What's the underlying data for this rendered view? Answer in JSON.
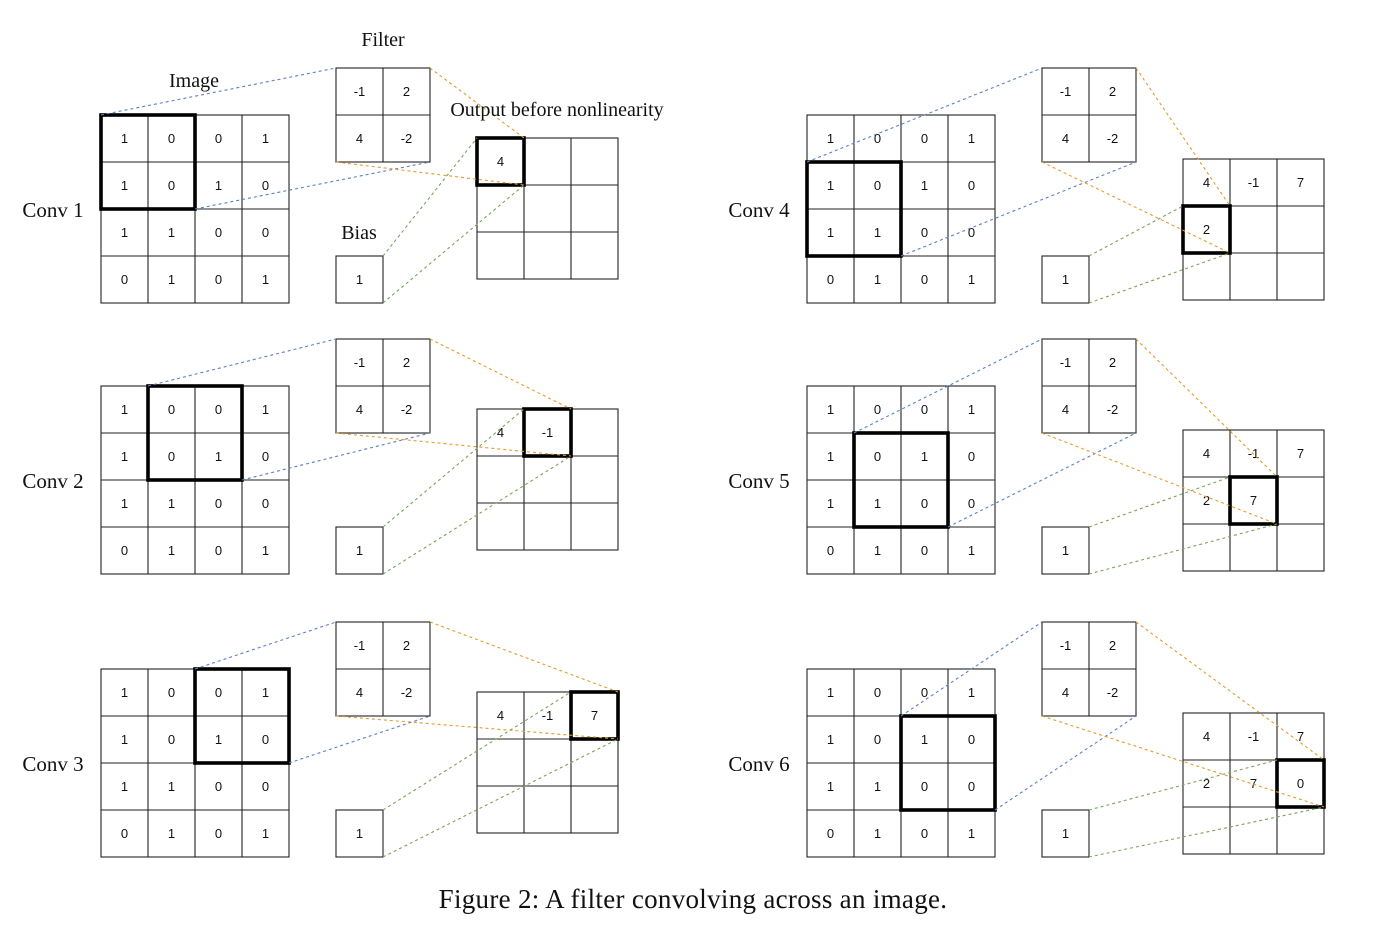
{
  "labels": {
    "filter": "Filter",
    "image": "Image",
    "output": "Output before nonlinearity",
    "bias": "Bias"
  },
  "colors": {
    "image_filter_link": "#5b7fc7",
    "filter_output_link": "#e59a2e",
    "bias_output_link": "#7aa35a"
  },
  "image": [
    [
      1,
      0,
      0,
      1
    ],
    [
      1,
      0,
      1,
      0
    ],
    [
      1,
      1,
      0,
      0
    ],
    [
      0,
      1,
      0,
      1
    ]
  ],
  "filter": [
    [
      -1,
      2
    ],
    [
      4,
      -2
    ]
  ],
  "bias": 1,
  "steps": [
    {
      "label": "Conv 1",
      "window": [
        0,
        0
      ],
      "output": [
        [
          4,
          "",
          ""
        ],
        [
          "",
          "",
          ""
        ],
        [
          "",
          "",
          ""
        ]
      ],
      "active": [
        0,
        0
      ]
    },
    {
      "label": "Conv 2",
      "window": [
        0,
        1
      ],
      "output": [
        [
          4,
          -1,
          ""
        ],
        [
          "",
          "",
          ""
        ],
        [
          "",
          "",
          ""
        ]
      ],
      "active": [
        0,
        1
      ]
    },
    {
      "label": "Conv 3",
      "window": [
        0,
        2
      ],
      "output": [
        [
          4,
          -1,
          7
        ],
        [
          "",
          "",
          ""
        ],
        [
          "",
          "",
          ""
        ]
      ],
      "active": [
        0,
        2
      ]
    },
    {
      "label": "Conv 4",
      "window": [
        1,
        0
      ],
      "output": [
        [
          4,
          -1,
          7
        ],
        [
          2,
          "",
          ""
        ],
        [
          "",
          "",
          ""
        ]
      ],
      "active": [
        1,
        0
      ]
    },
    {
      "label": "Conv 5",
      "window": [
        1,
        1
      ],
      "output": [
        [
          4,
          -1,
          7
        ],
        [
          2,
          7,
          ""
        ],
        [
          "",
          "",
          ""
        ]
      ],
      "active": [
        1,
        1
      ]
    },
    {
      "label": "Conv 6",
      "window": [
        1,
        2
      ],
      "output": [
        [
          4,
          -1,
          7
        ],
        [
          2,
          7,
          0
        ],
        [
          "",
          "",
          ""
        ]
      ],
      "active": [
        1,
        2
      ]
    }
  ],
  "caption": "Figure 2: A filter convolving across an image."
}
